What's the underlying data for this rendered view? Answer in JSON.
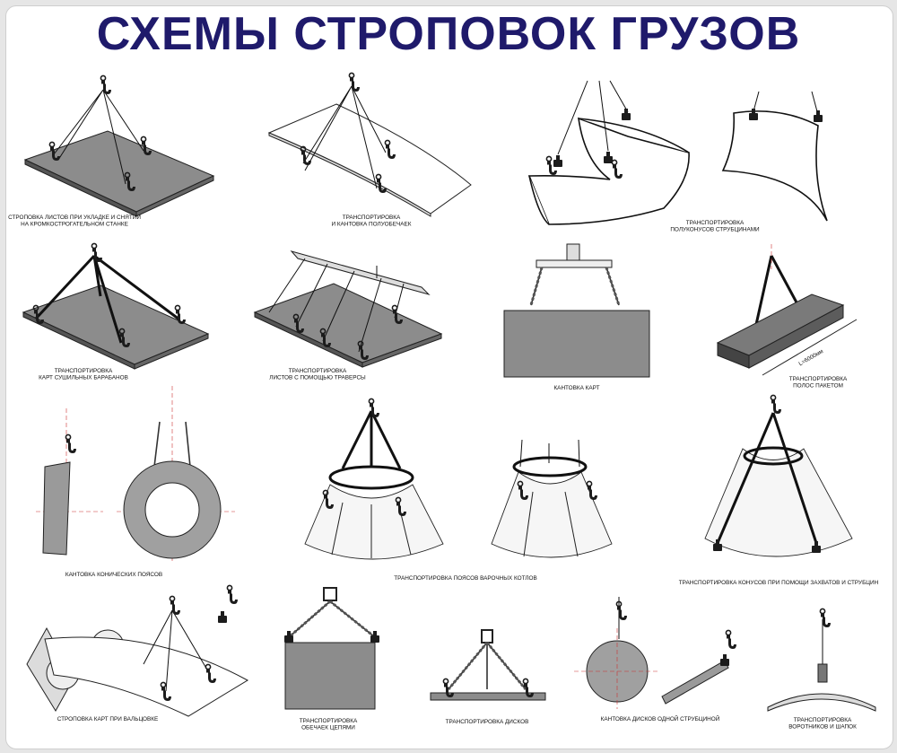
{
  "title": "СХЕМЫ СТРОПОВОК ГРУЗОВ",
  "captions": {
    "c1": [
      "СТРОПОВКА ЛИСТОВ ПРИ УКЛАДКЕ И СНЯТИИ",
      "НА КРОМКОСТРОГАТЕЛЬНОМ СТАНКЕ"
    ],
    "c2": [
      "ТРАНСПОРТИРОВКА",
      "И КАНТОВКА ПОЛУОБЕЧАЕК"
    ],
    "c3": [
      "ТРАНСПОРТИРОВКА",
      "ПОЛУКОНУСОВ СТРУБЦИНАМИ"
    ],
    "c4": [
      "ТРАНСПОРТИРОВКА",
      "КАРТ СУШИЛЬНЫХ БАРАБАНОВ"
    ],
    "c5": [
      "ТРАНСПОРТИРОВКА",
      "ЛИСТОВ С ПОМОЩЬЮ ТРАВЕРСЫ"
    ],
    "c6": [
      "КАНТОВКА КАРТ"
    ],
    "c7": [
      "ТРАНСПОРТИРОВКА",
      "ПОЛОС ПАКЕТОМ"
    ],
    "c8": [
      "КАНТОВКА  КОНИЧЕСКИХ ПОЯСОВ"
    ],
    "c9": [
      "ТРАНСПОРТИРОВКА ПОЯСОВ ВАРОЧНЫХ КОТЛОВ"
    ],
    "c10": [
      "ТРАНСПОРТИРОВКА КОНУСОВ ПРИ ПОМОЩИ ЗАХВАТОВ И СТРУБЦИН"
    ],
    "c11": [
      "СТРОПОВКА КАРТ ПРИ ВАЛЬЦОВКЕ"
    ],
    "c12": [
      "ТРАНСПОРТИРОВКА",
      "ОБЕЧАЕК ЦЕПЯМИ"
    ],
    "c13": [
      "ТРАНСПОРТИРОВКА ДИСКОВ"
    ],
    "c14": [
      "КАНТОВКА ДИСКОВ ОДНОЙ СТРУБЦИНОЙ"
    ],
    "c15": [
      "ТРАНСПОРТИРОВКА",
      "ВОРОТНИКОВ И ШАПОК"
    ]
  },
  "labels": {
    "length_mark": "L=6000мм"
  },
  "colors": {
    "title": "#1f1a6b",
    "sheet": "#8c8c8c",
    "axis": "#cc3333"
  }
}
